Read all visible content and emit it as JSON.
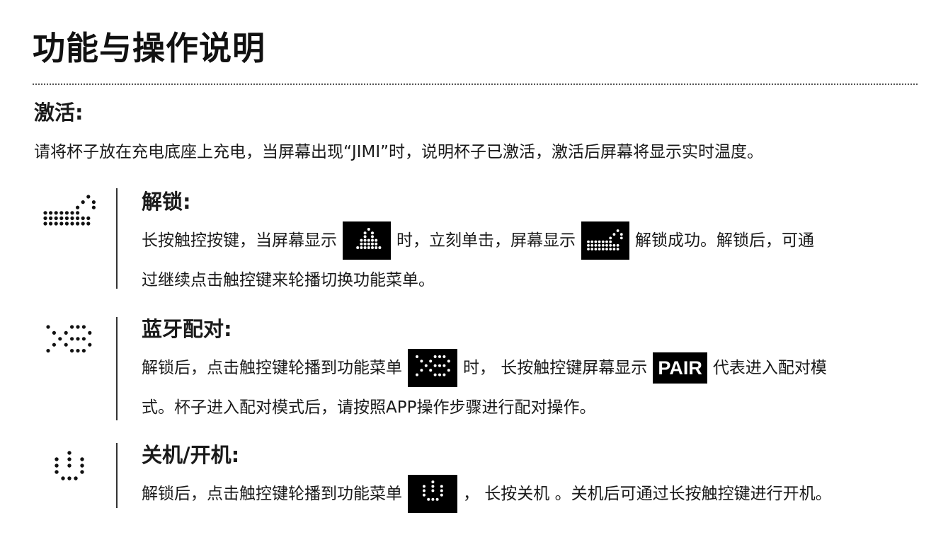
{
  "title": "功能与操作说明",
  "activation": {
    "heading": "激活:",
    "text": "请将杯子放在充电底座上充电，当屏幕出现“JIMI”时，说明杯子已激活，激活后屏幕将显示实时温度。"
  },
  "unlock": {
    "icon": "unlock-dots-icon",
    "heading": "解锁:",
    "l1_a": "长按触控按键，当屏幕显示",
    "l1_b": "时，立刻单击，屏幕显示",
    "l1_c": "解锁成功。解锁后，可通",
    "l2": "过继续点击触控键来轮播切换功能菜单。"
  },
  "bluetooth": {
    "icon": "bluetooth-dots-icon",
    "heading": "蓝牙配对:",
    "l1_a": "解锁后，点击触控键轮播到功能菜单",
    "l1_b": "时， 长按触控键屏幕显示",
    "pair_label": "PAIR",
    "l1_c": "代表进入配对模",
    "l2": "式。杯子进入配对模式后，请按照APP操作步骤进行配对操作。"
  },
  "power": {
    "icon": "power-dots-icon",
    "heading": "关机/开机:",
    "l1_a": "解锁后，点击触控键轮播到功能菜单",
    "l1_b": "， 长按关机 。关机后可通过长按触控键进行开机。"
  }
}
